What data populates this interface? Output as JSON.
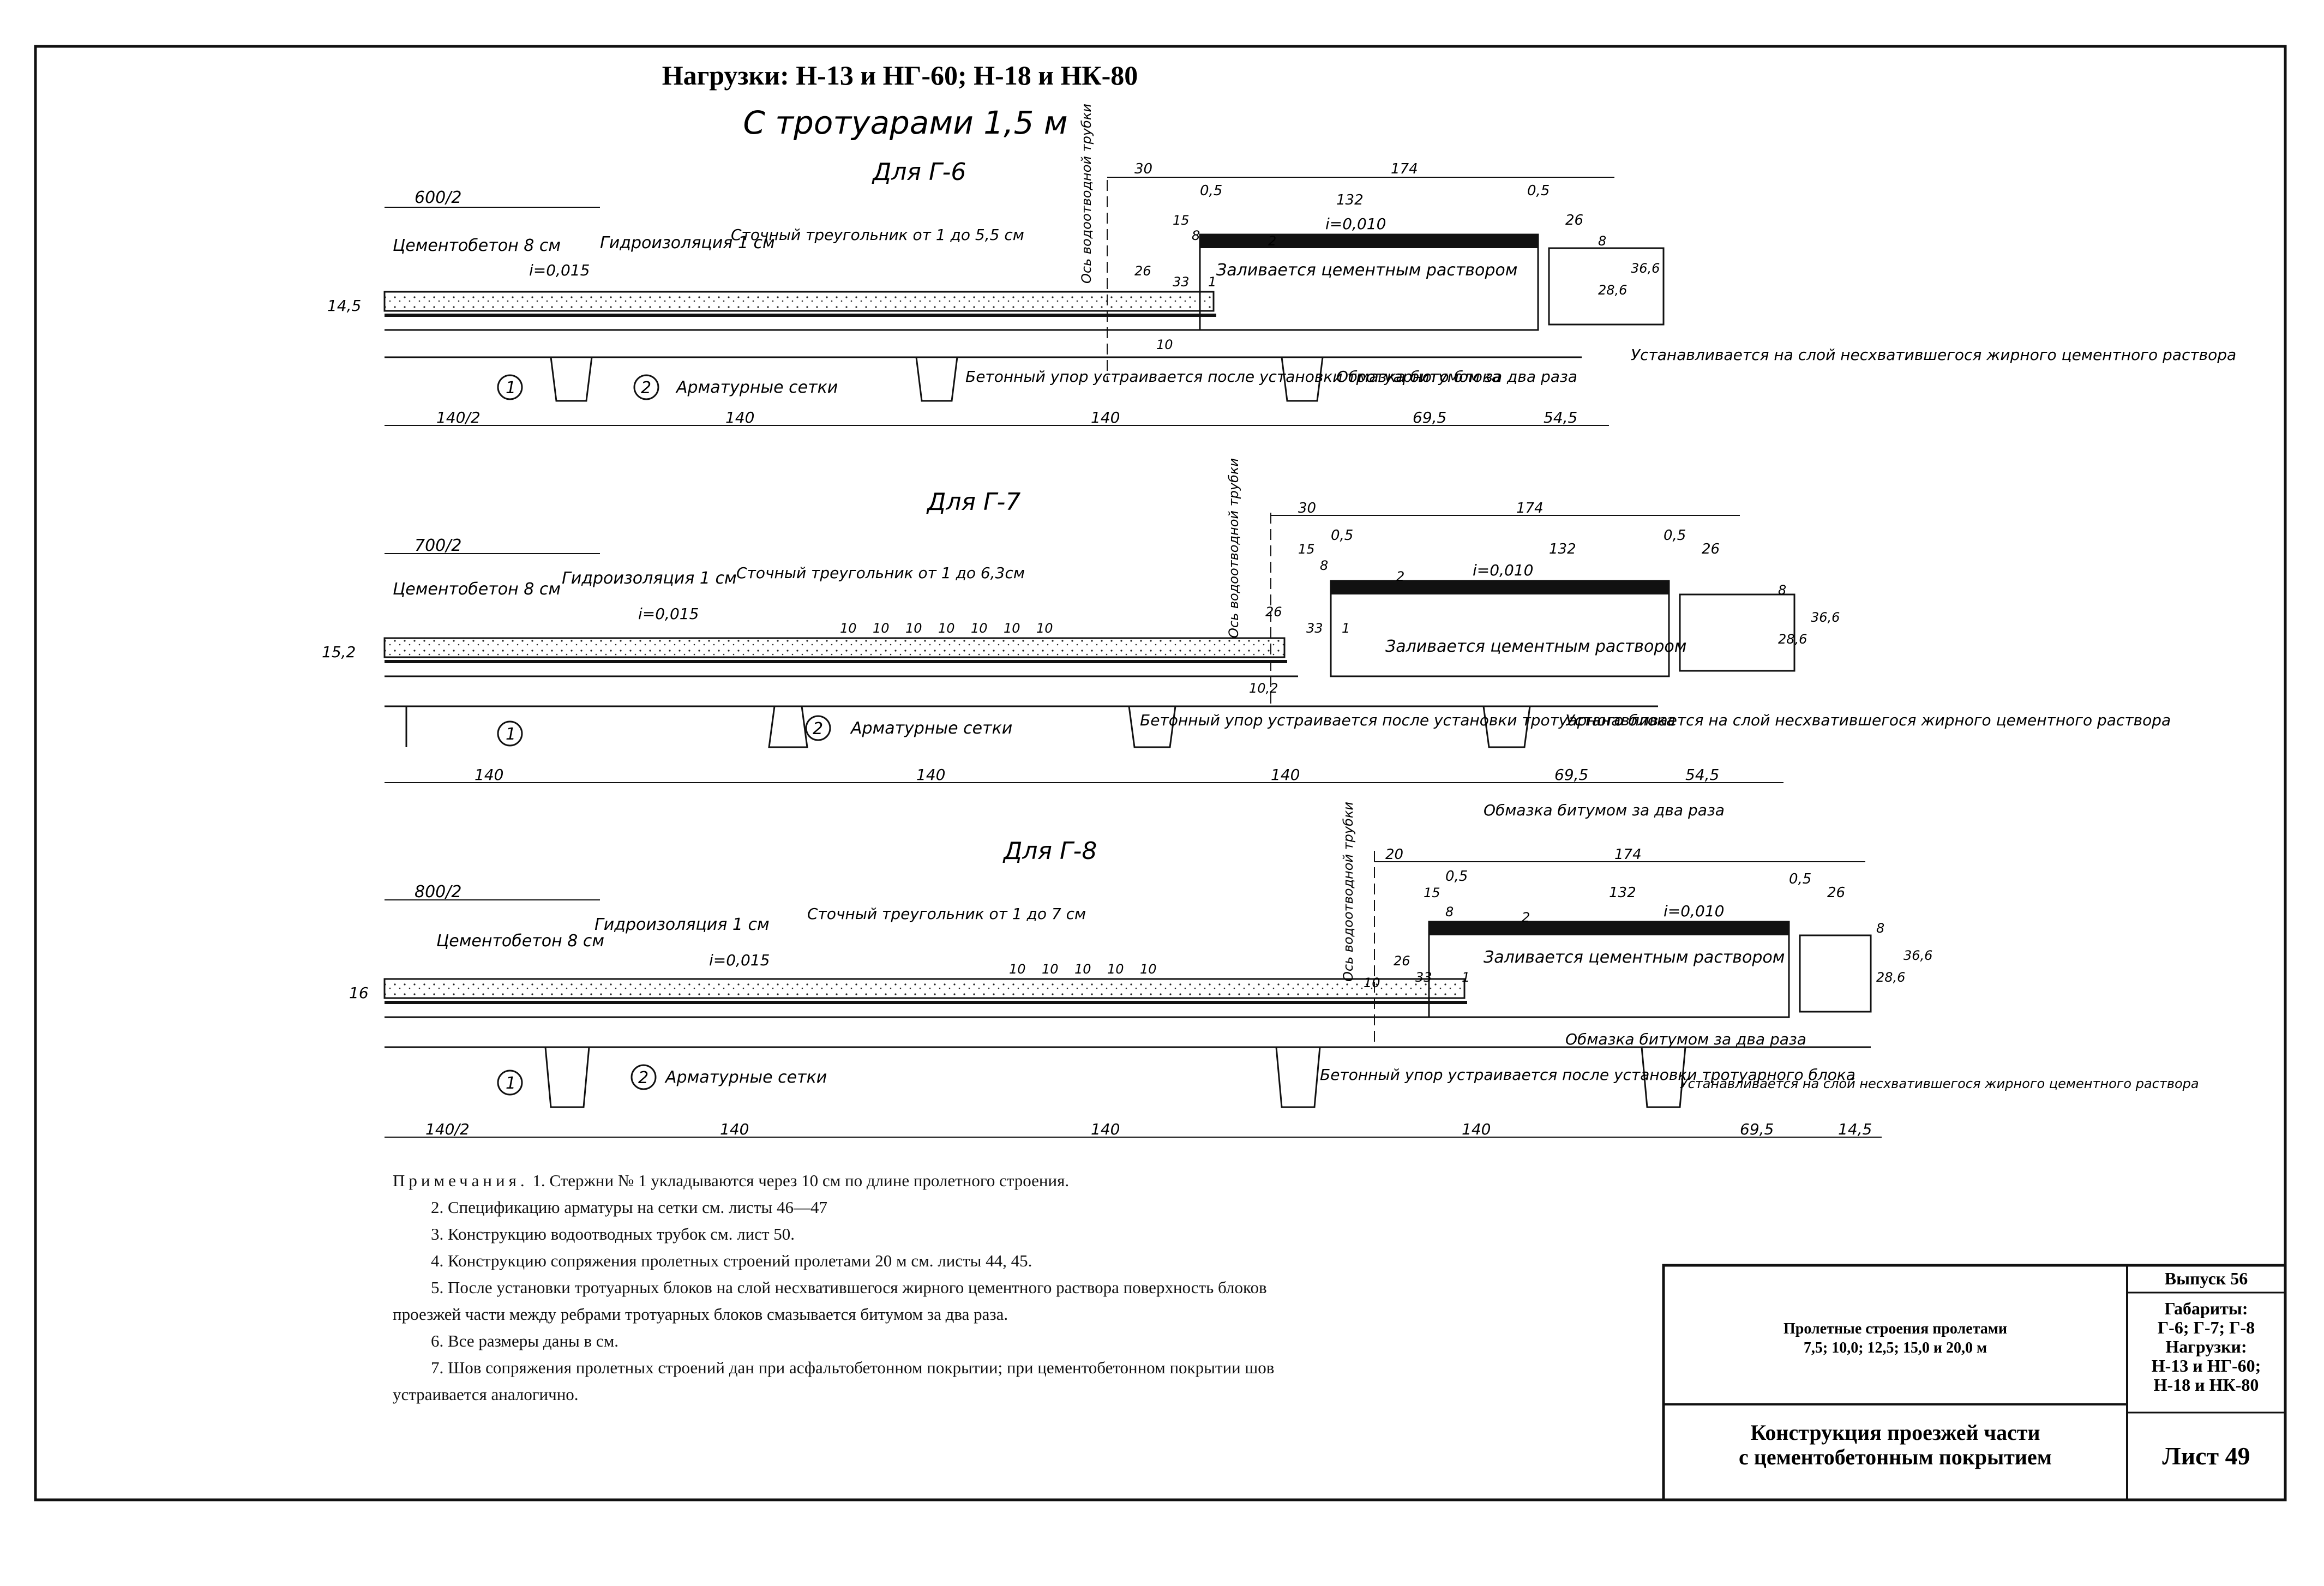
{
  "header": {
    "title": "Нагрузки: Н-13 и НГ-60; Н-18 и НК-80",
    "subtitle": "С тротуарами 1,5 м"
  },
  "common": {
    "slope_label_1": "i=0,010",
    "pour_label": "Заливается цементным раствором",
    "install_on": "Устанавливается на слой несхватившегося жирного цементного раствора",
    "bitumen": "Обмазка битумом за два раза",
    "stop_note": "Бетонный упор устраивается после установки тротуарного блока",
    "mesh": "Арматурные сетки",
    "drain_axis": "Ось водоотводной трубки",
    "concrete": "Цементобетон 8 см",
    "waterproof": "Гидроизоляция 1 см",
    "slope_label_2": "i=0,015",
    "marker_1": "1",
    "marker_2": "2"
  },
  "sections": [
    {
      "label": "Для Г-6",
      "half_width": "600/2",
      "thickness": "14,5",
      "triangle": "Сточный треугольник от 1 до 5,5 см",
      "bottom_dims": [
        "140/2",
        "140",
        "140",
        "69,5",
        "54,5"
      ],
      "top_dims": [
        "30",
        "174",
        "0,5",
        "132",
        "0,5",
        "26"
      ],
      "vertical_dims": [
        "15",
        "8",
        "26",
        "33",
        "1",
        "10",
        "2",
        "28,6",
        "8",
        "36,6"
      ]
    },
    {
      "label": "Для Г-7",
      "half_width": "700/2",
      "thickness": "15,2",
      "triangle": "Сточный треугольник от 1 до 6,3см",
      "spacing": [
        "10",
        "10",
        "10",
        "10",
        "10",
        "10",
        "10"
      ],
      "bottom_dims": [
        "140",
        "140",
        "140",
        "69,5",
        "54,5"
      ],
      "top_dims": [
        "30",
        "174",
        "0,5",
        "132",
        "0,5",
        "26"
      ],
      "vertical_dims": [
        "15",
        "8",
        "26",
        "33",
        "1",
        "10,2",
        "2",
        "28,6",
        "8",
        "36,6"
      ]
    },
    {
      "label": "Для Г-8",
      "half_width": "800/2",
      "thickness": "16",
      "triangle": "Сточный треугольник от 1 до 7 см",
      "spacing": [
        "10",
        "10",
        "10",
        "10",
        "10"
      ],
      "bottom_dims": [
        "140/2",
        "140",
        "140",
        "140",
        "69,5",
        "14,5"
      ],
      "top_dims": [
        "20",
        "174",
        "0,5",
        "132",
        "0,5",
        "26"
      ],
      "vertical_dims": [
        "15",
        "8",
        "26",
        "33",
        "1",
        "10",
        "2",
        "28,6",
        "8",
        "36,6"
      ]
    }
  ],
  "notes": {
    "heading": "Примечания.",
    "items": [
      "1. Стержни № 1 укладываются через 10 см по длине пролетного строения.",
      "2. Спецификацию арматуры на сетки см. листы 46—47",
      "3. Конструкцию водоотводных трубок см. лист 50.",
      "4. Конструкцию сопряжения пролетных строений пролетами 20 м см. листы 44, 45.",
      "5. После установки тротуарных блоков на слой несхватившегося жирного цементного раствора поверхность блоков проезжей части между ребрами тротуарных блоков смазывается битумом за два раза.",
      "6. Все размеры даны в см.",
      "7. Шов сопряжения пролетных строений дан при асфальтобетонном покрытии; при цементобетонном покрытии шов устраивается аналогично."
    ]
  },
  "title_block": {
    "spans_1": "Пролетные строения пролетами",
    "spans_2": "7,5; 10,0; 12,5; 15,0 и 20,0 м",
    "name_1": "Конструкция проезжей части",
    "name_2": "с цементобетонным покрытием",
    "issue": "Выпуск 56",
    "gabarits_label": "Габариты:",
    "gabarits": "Г-6; Г-7; Г-8",
    "loads_label": "Нагрузки:",
    "loads_1": "Н-13 и НГ-60;",
    "loads_2": "Н-18 и НК-80",
    "sheet": "Лист 49"
  }
}
